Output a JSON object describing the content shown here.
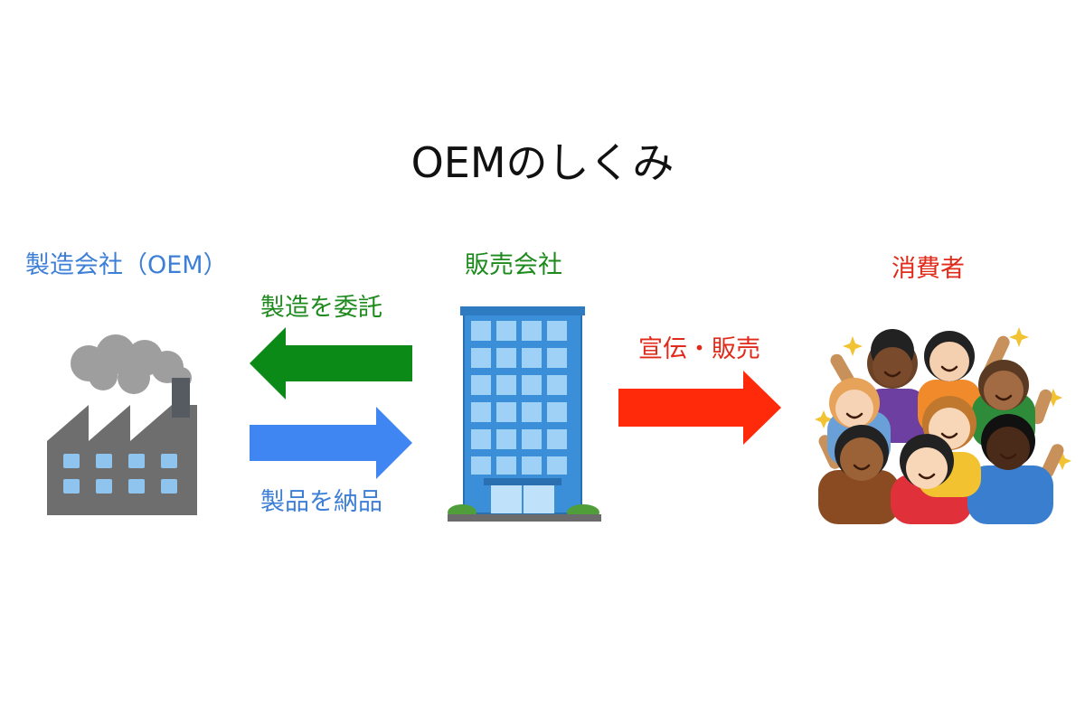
{
  "title": "OEMのしくみ",
  "nodes": {
    "manufacturer": "製造会社（OEM）",
    "seller": "販売会社",
    "consumer": "消費者"
  },
  "edges": {
    "commission": "製造を委託",
    "deliver": "製品を納品",
    "promotion": "宣伝・販売"
  },
  "icons": {
    "manufacturer": "factory-icon",
    "seller": "office-building-icon",
    "consumer": "crowd-icon"
  },
  "colors": {
    "manufacturer_blue": "#3d7fd6",
    "seller_green": "#1e8a1e",
    "consumer_red": "#e02a1a",
    "arrow_green": "#0b8a17",
    "arrow_blue": "#3f86f2",
    "arrow_red": "#ff2a0a"
  }
}
